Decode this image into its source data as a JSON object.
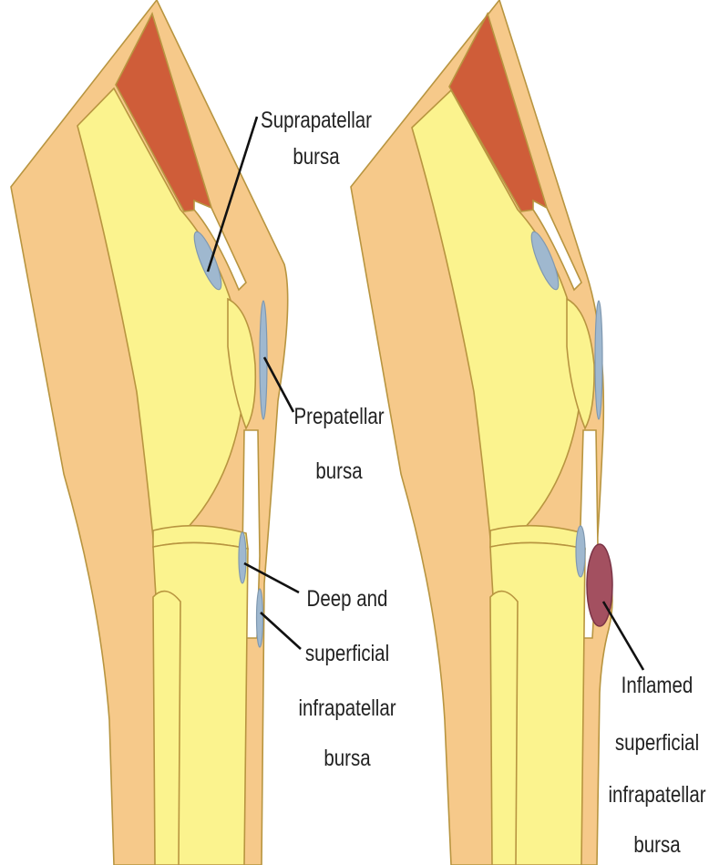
{
  "colors": {
    "skin": "#f6c98a",
    "bone": "#fbf38e",
    "muscle": "#cf5d39",
    "outline": "#b89540",
    "bursa": "#9fb8cf",
    "inflamed_bursa": "#a35060",
    "tendon": "#ffffff",
    "leader_line": "#111111",
    "text": "#222222"
  },
  "left_knee": {
    "labels": {
      "suprapatellar": [
        "Suprapatellar",
        "bursa"
      ],
      "prepatellar": [
        "Prepatellar",
        "bursa"
      ],
      "infrapatellar": [
        "Deep and",
        "superficial",
        "infrapatellar",
        "bursa"
      ]
    }
  },
  "right_knee": {
    "labels": {
      "inflamed": [
        "Inflamed",
        "superficial",
        "infrapatellar",
        "bursa"
      ]
    }
  }
}
